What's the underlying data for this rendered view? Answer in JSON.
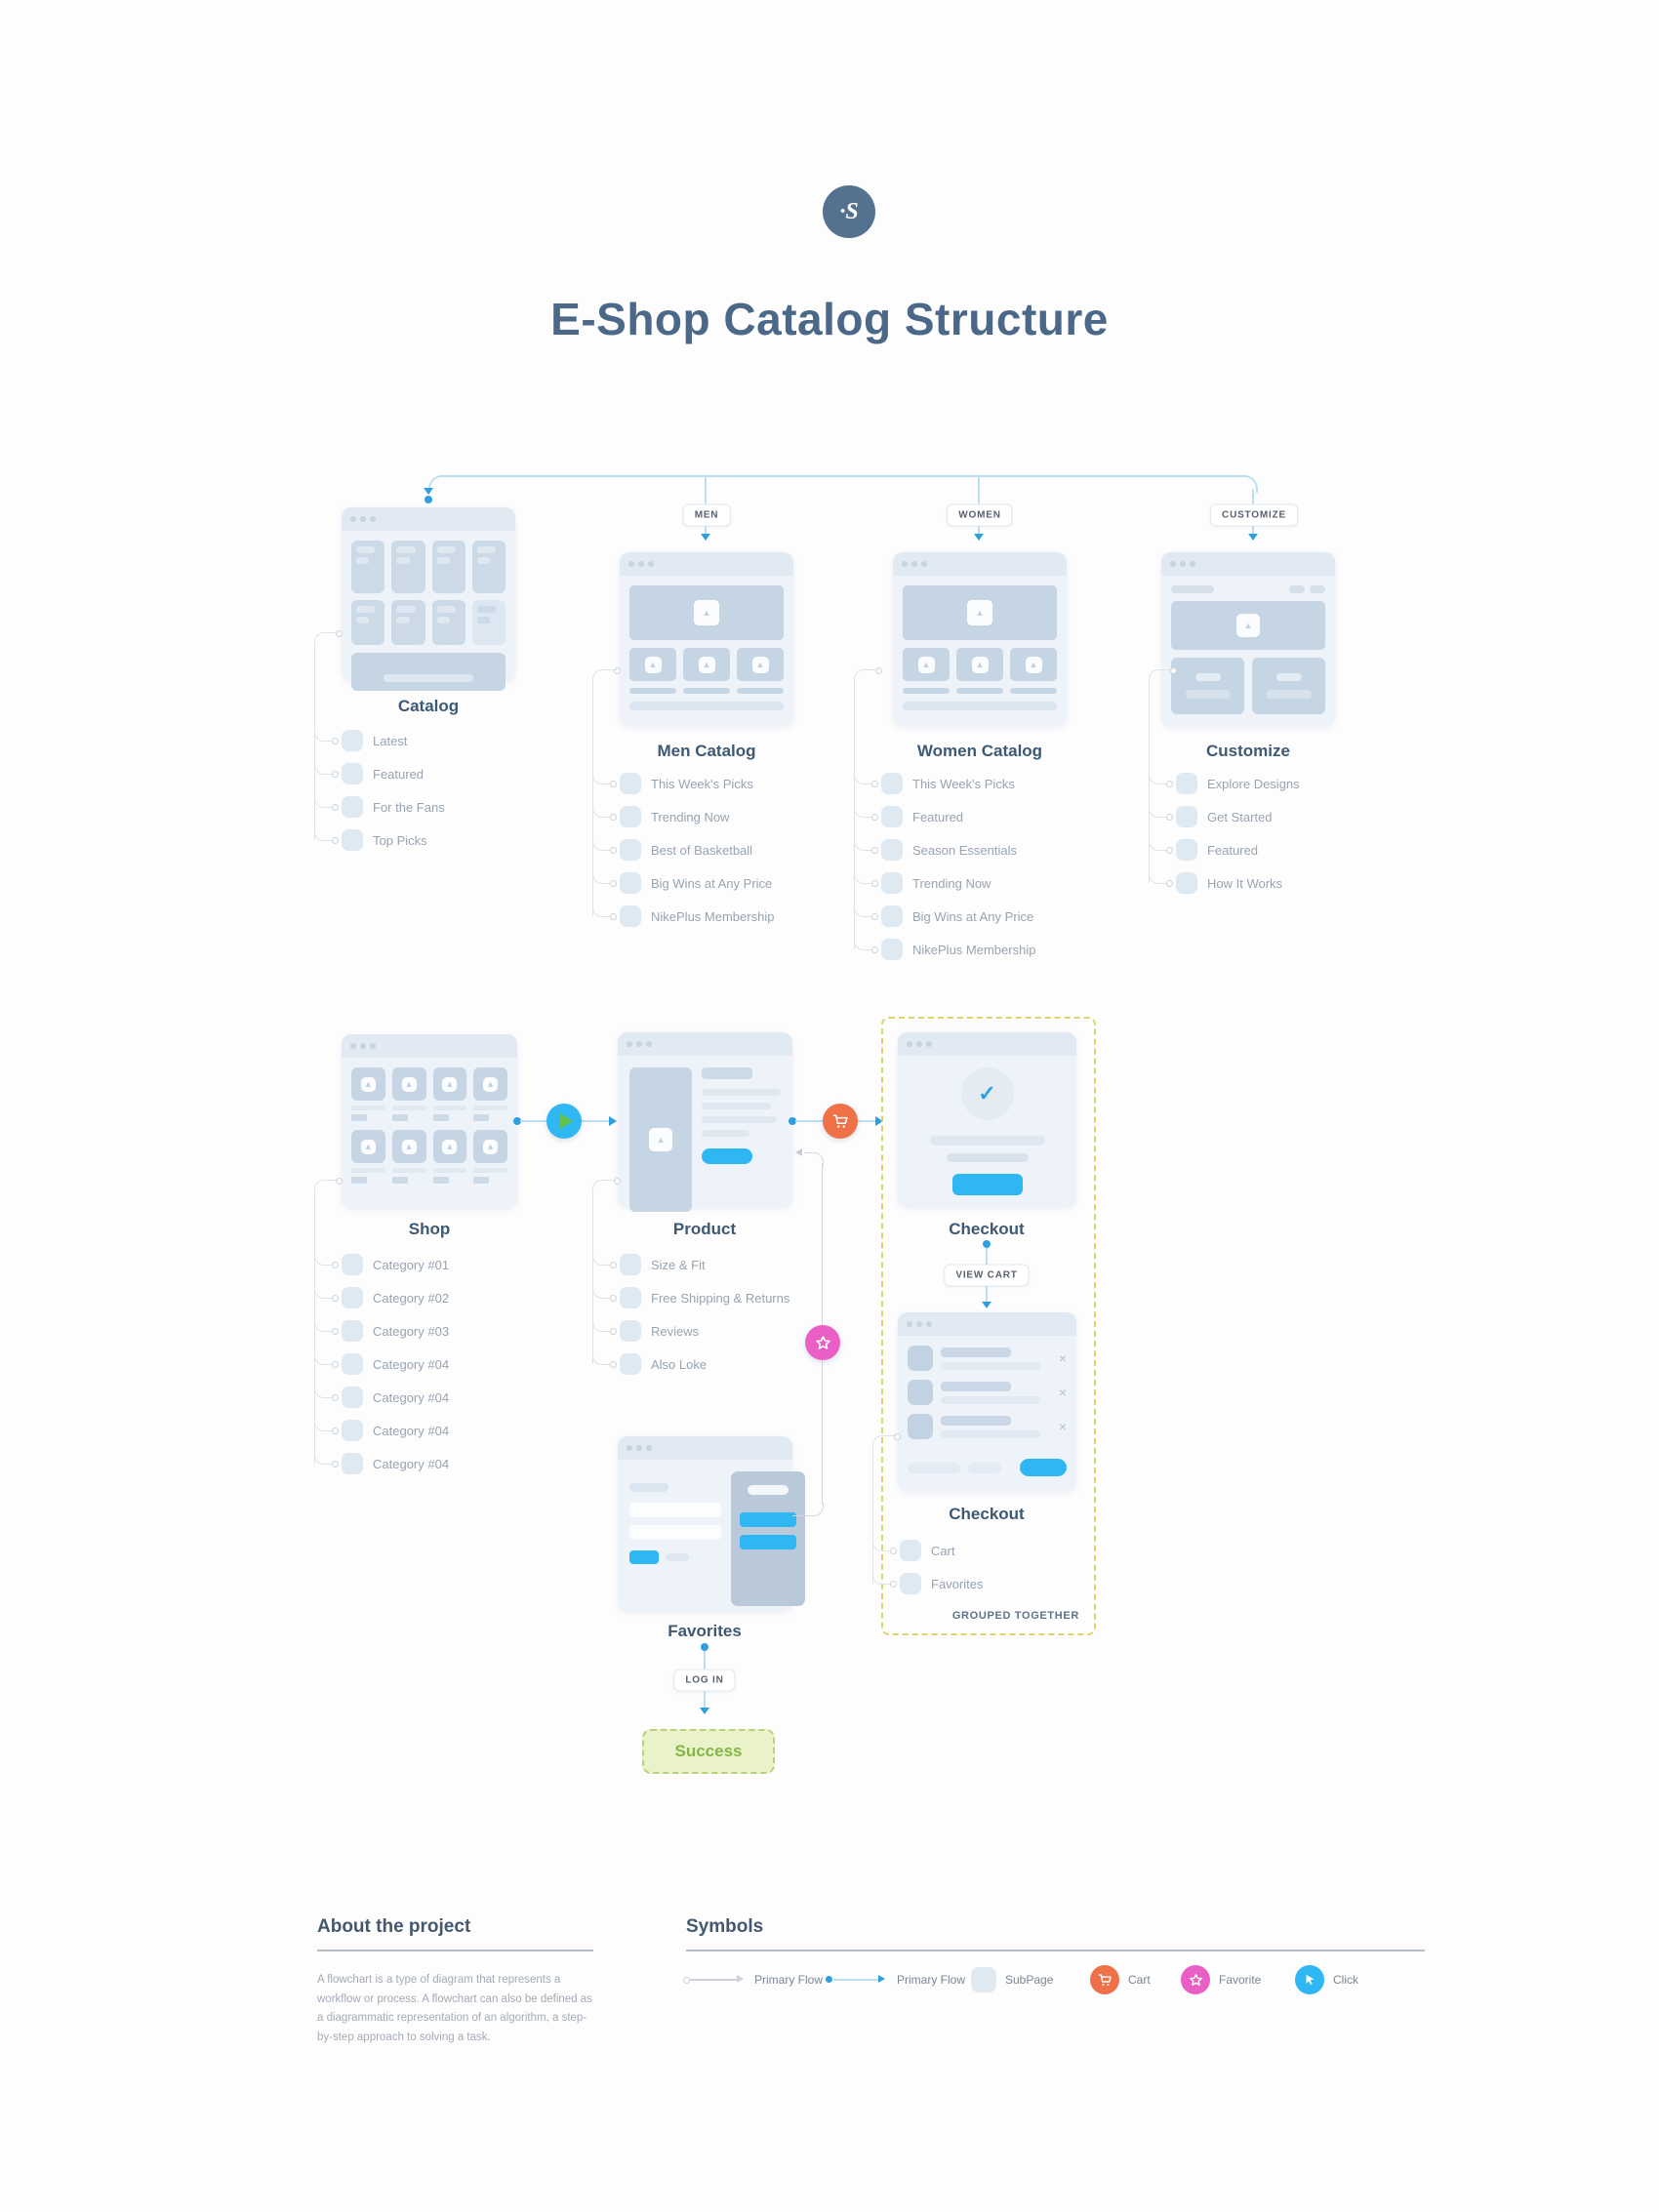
{
  "page_title": "E-Shop Catalog Structure",
  "logo": {
    "glyph": "·S"
  },
  "nodes": {
    "catalog": {
      "title": "Catalog",
      "items": [
        "Latest",
        "Featured",
        "For the Fans",
        "Top Picks"
      ]
    },
    "men": {
      "title": "Men Catalog",
      "items": [
        "This Week's Picks",
        "Trending Now",
        "Best of Basketball",
        "Big Wins at Any Price",
        "NikePlus Membership"
      ]
    },
    "women": {
      "title": "Women Catalog",
      "items": [
        "This Week's Picks",
        "Featured",
        "Season Essentials",
        "Trending Now",
        "Big Wins at Any Price",
        "NikePlus Membership"
      ]
    },
    "customize": {
      "title": "Customize",
      "items": [
        "Explore Designs",
        "Get Started",
        "Featured",
        "How It Works"
      ]
    },
    "shop": {
      "title": "Shop",
      "items": [
        "Category #01",
        "Category #02",
        "Category #03",
        "Category #04",
        "Category #04",
        "Category #04",
        "Category #04"
      ]
    },
    "product": {
      "title": "Product",
      "items": [
        "Size & Fit",
        "Free Shipping & Returns",
        "Reviews",
        "Also Loke"
      ]
    },
    "checkout_confirm": {
      "title": "Checkout"
    },
    "checkout_cart": {
      "title": "Checkout",
      "items": [
        "Cart",
        "Favorites"
      ]
    },
    "favorites": {
      "title": "Favorites"
    }
  },
  "edges": {
    "men": "MEN",
    "women": "WOMEN",
    "customize": "CUSTOMIZE",
    "view_cart": "VIEW CART",
    "log_in": "LOG IN"
  },
  "success_label": "Success",
  "group_caption": "GROUPED TOGETHER",
  "about": {
    "heading": "About the project",
    "body": "A flowchart is a type of diagram that represents a workflow or process. A flowchart can also be defined as a diagrammatic representation of an algorithm, a step-by-step approach to solving a task."
  },
  "symbols": {
    "heading": "Symbols",
    "items": [
      {
        "label": "Primary Flow",
        "icon": "gray-arrow"
      },
      {
        "label": "Primary Flow",
        "icon": "blue-arrow"
      },
      {
        "label": "SubPage",
        "icon": "subpage-square"
      },
      {
        "label": "Cart",
        "icon": "cart-circle"
      },
      {
        "label": "Favorite",
        "icon": "favorite-circle"
      },
      {
        "label": "Click",
        "icon": "click-circle"
      }
    ]
  },
  "colors": {
    "accent_blue": "#2eb7f2",
    "arrow_blue": "#2f9fe0",
    "light_line_blue": "#b9dff0",
    "cart_orange": "#ee7148",
    "favorite_pink": "#e95fc6",
    "click_green": "#63c24c",
    "success_green": "#84b548",
    "group_dash_yellow": "#ddd468",
    "title_slate": "#4b6889"
  }
}
